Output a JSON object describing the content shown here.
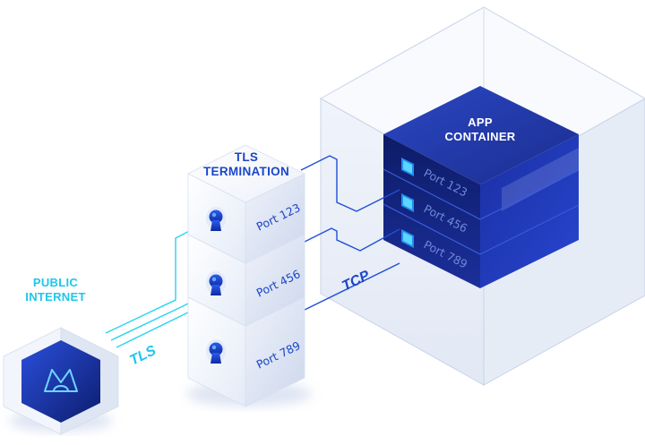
{
  "colors": {
    "cyan": "#27d3f2",
    "blue_line": "#1e4fd6",
    "label_blue": "#1b46c8",
    "label_cyan": "#1fc6ea",
    "navy": "#152a86"
  },
  "nodes": {
    "public_internet": {
      "label_line1": "PUBLIC",
      "label_line2": "INTERNET",
      "icon": "cloud-provider-logo-icon"
    },
    "tls_termination": {
      "label_line1": "TLS",
      "label_line2": "TERMINATION",
      "ports": [
        "Port 123",
        "Port 456",
        "Port 789"
      ],
      "port_icon": "keyhole-icon"
    },
    "app_container": {
      "label_line1": "APP",
      "label_line2": "CONTAINER",
      "ports": [
        "Port 123",
        "Port 456",
        "Port 789"
      ]
    }
  },
  "links": {
    "tls_label": "TLS",
    "tcp_label": "TCP"
  }
}
